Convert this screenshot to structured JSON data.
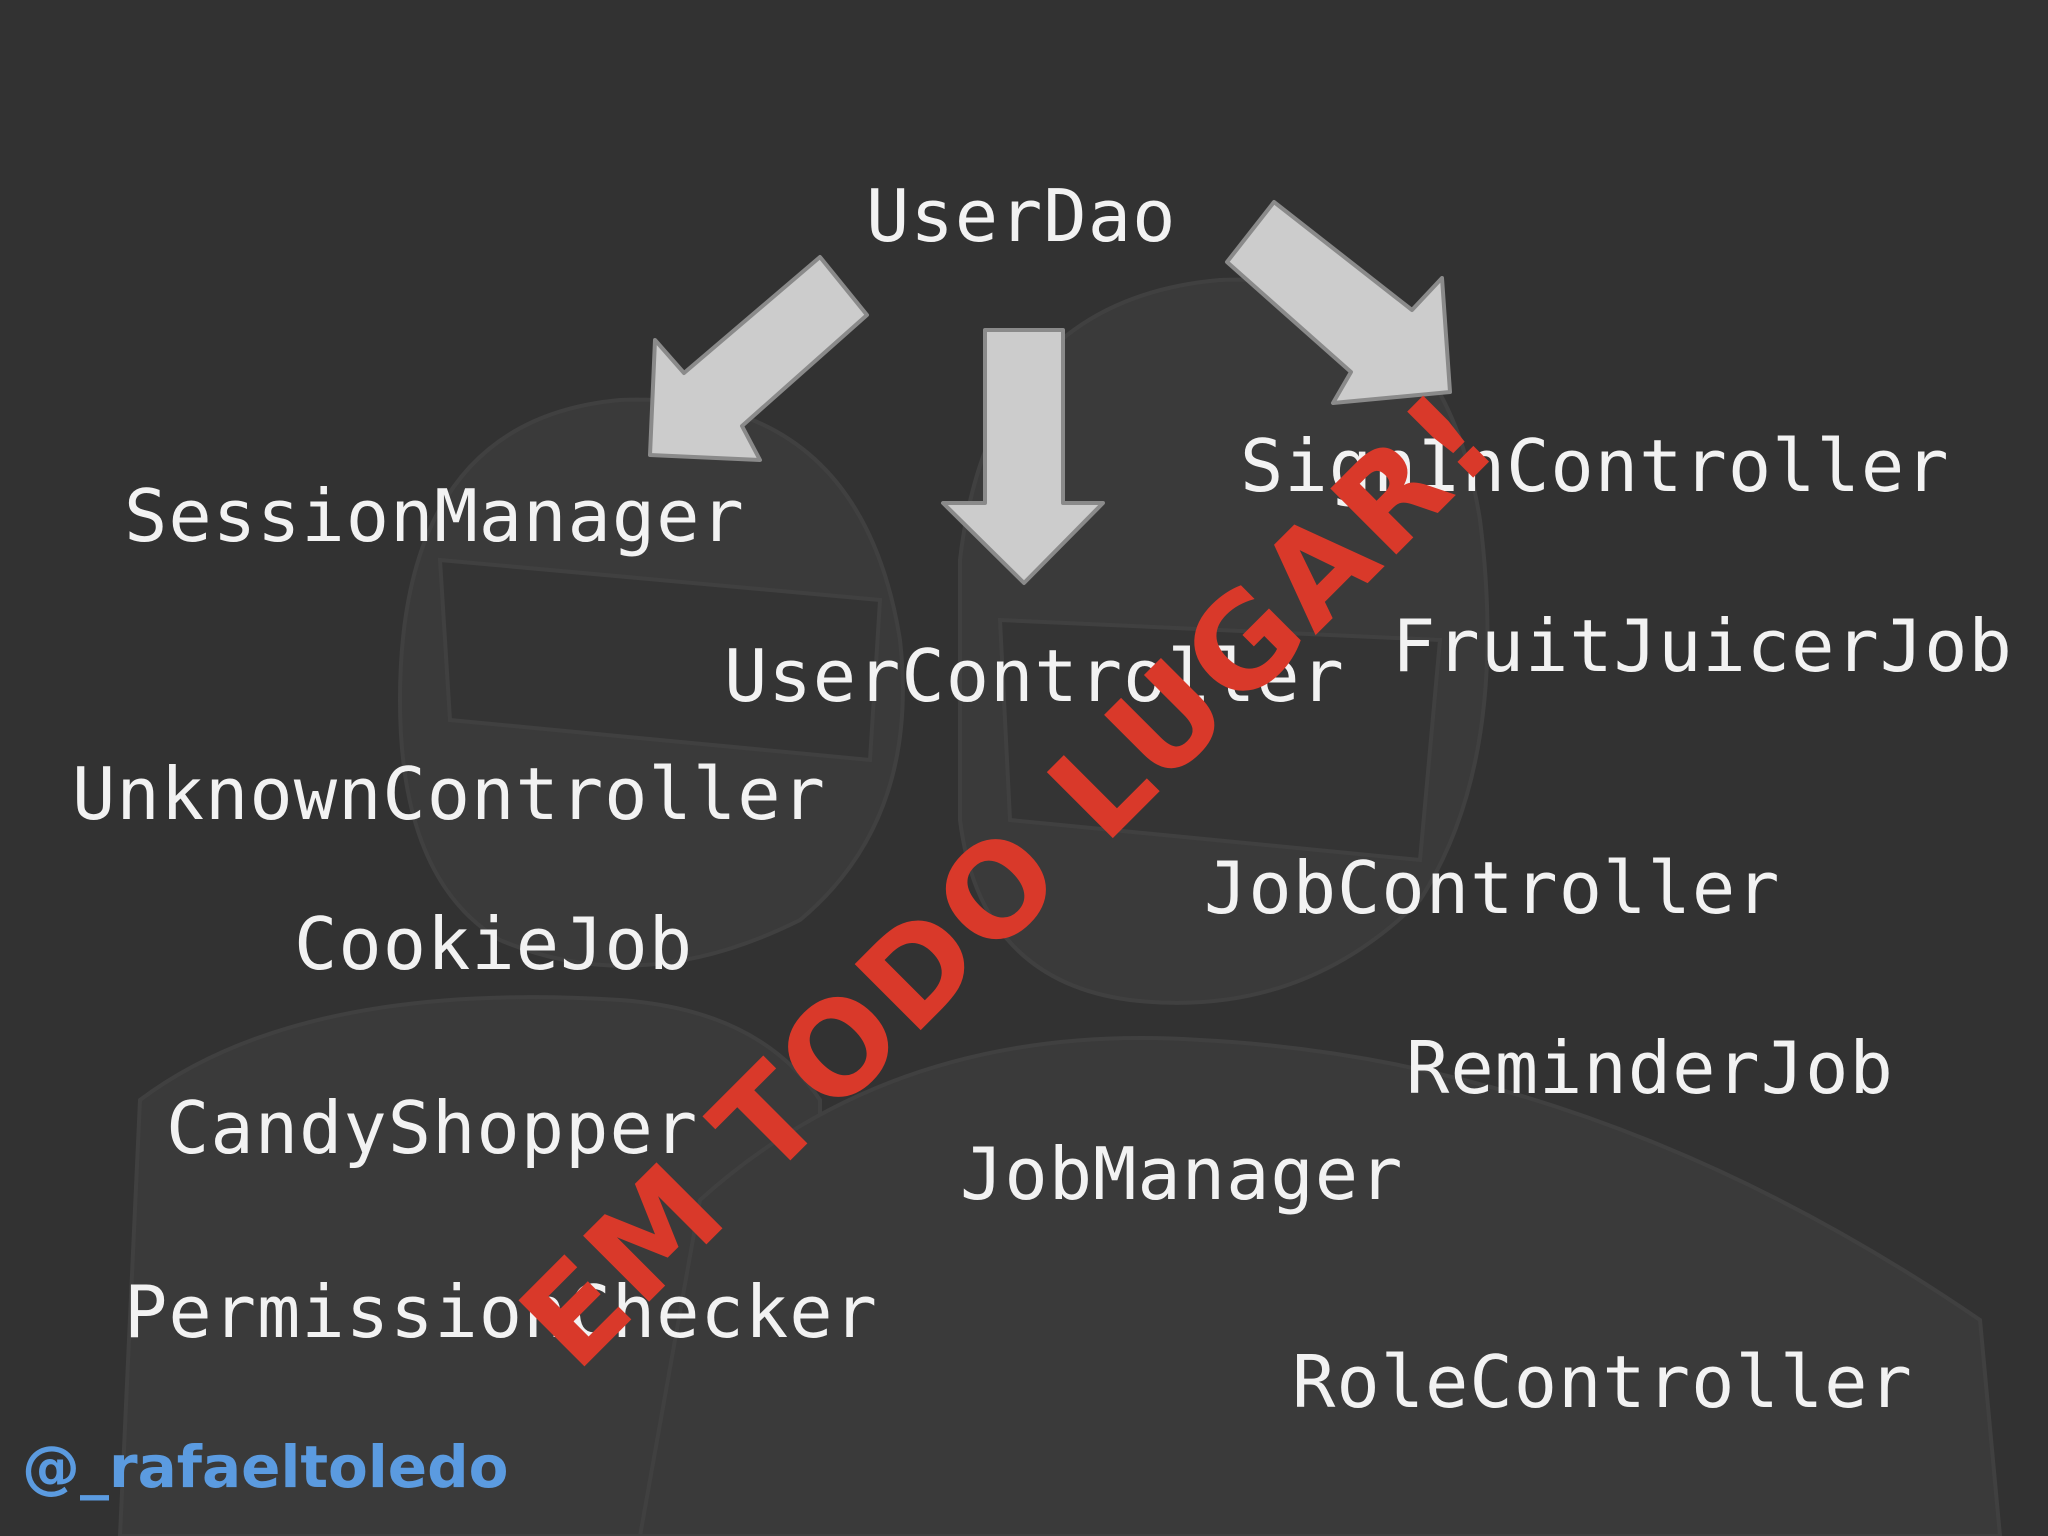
{
  "slide": {
    "center_node": "UserDao",
    "dependents": [
      "SessionManager",
      "SignInController",
      "UserController",
      "FruitJuicerJob",
      "UnknownController",
      "JobController",
      "CookieJob",
      "ReminderJob",
      "CandyShopper",
      "JobManager",
      "PermissionChecker",
      "RoleController"
    ],
    "stamp_text": "EM TODO LUGAR!",
    "author_handle": "@_rafaeltoledo"
  },
  "colors": {
    "background": "#323232",
    "text": "#f2f2f2",
    "arrow_fill": "#cccccc",
    "stamp": "#d9392a",
    "handle": "#5b9be0"
  },
  "icons": {
    "background_figure": "helmeted-figure-silhouette-icon",
    "arrow": "arrow-icon"
  }
}
